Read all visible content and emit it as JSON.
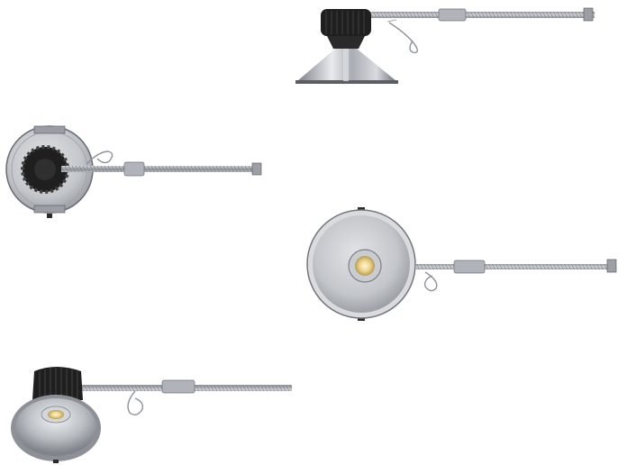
{
  "scene": {
    "views": [
      {
        "name": "side-elevation"
      },
      {
        "name": "top-view"
      },
      {
        "name": "bottom-view"
      },
      {
        "name": "three-quarter-view"
      }
    ]
  },
  "colors": {
    "background": "#ffffff",
    "heat_sink": "#1f1f1f",
    "reflector_silver": "#b8bcc2",
    "reflector_light": "#e6e8eb",
    "rod": "#9ea2a8",
    "rod_dark": "#6d7177",
    "led_warm": "#f4e2a8"
  }
}
